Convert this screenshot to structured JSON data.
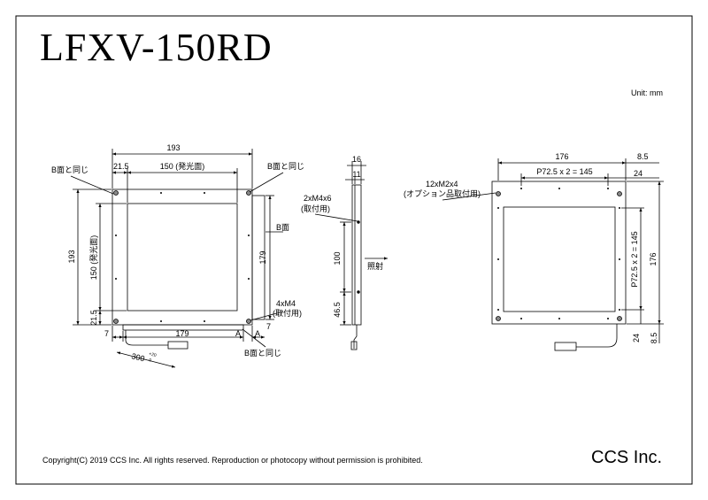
{
  "drawing": {
    "title": "LFXV-150RD",
    "unit": "Unit: mm",
    "copyright": "Copyright(C) 2019 CCS Inc. All rights reserved. Reproduction or photocopy without permission is prohibited.",
    "company": "CCS Inc."
  },
  "front_view": {
    "width_overall": "193",
    "left_offset": "21.5",
    "emitting_width": "150 (発光面)",
    "note_b_same_left": "B面と同じ",
    "note_b_same_right": "B面と同じ",
    "height_overall": "193",
    "emitting_height": "150 (発光面)",
    "bottom_offset": "21.5",
    "side_height": "179",
    "b_face": "B面",
    "hole_spec": "4xM4",
    "hole_note": "(取付用)",
    "bottom_left_margin": "7",
    "bottom_width": "179",
    "section_a_left": "A",
    "section_a_right": "A",
    "right_margin": "7",
    "cable_length": "300",
    "cable_tol_plus": "+20",
    "cable_tol_minus": "0",
    "note_b_same_bottom": "B面と同じ"
  },
  "side_view": {
    "thickness_total": "16",
    "thickness_body": "11",
    "hole_spec": "2xM4x6",
    "hole_note": "(取付用)",
    "pitch": "100",
    "bottom_offset": "46.5",
    "illumination": "照射"
  },
  "back_view": {
    "width_overall": "176",
    "pitch_h": "P72.5 x 2 = 145",
    "right_margin": "8.5",
    "right_inner": "24",
    "hole_spec": "12xM2x4",
    "hole_note": "(オプション品取付用)",
    "pitch_v": "P72.5 x 2 = 145",
    "height_overall": "176",
    "bottom_inner": "24",
    "bottom_margin": "8.5"
  }
}
